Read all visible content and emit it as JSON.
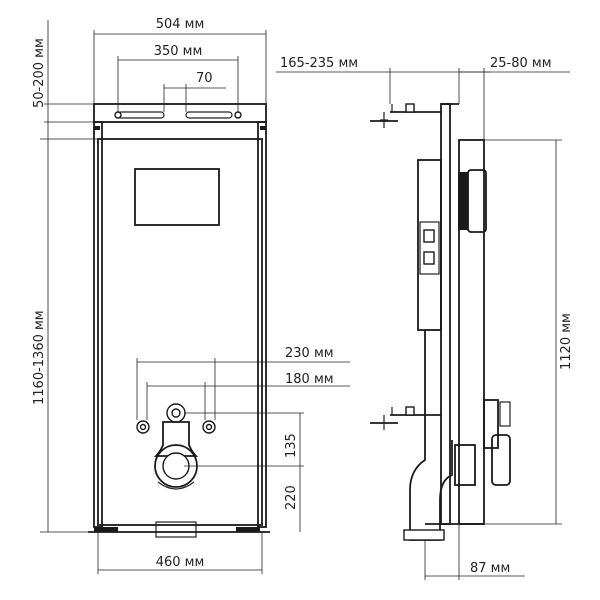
{
  "front_view": {
    "width_label": "504 мм",
    "inner_width_label": "350 мм",
    "small_width_label": "70",
    "top_adjust_label": "50-200 мм",
    "height_label": "1160-1360 мм",
    "pipe_spacing_230": "230 мм",
    "pipe_spacing_180": "180 мм",
    "vertical_135": "135",
    "vertical_220": "220",
    "bottom_width_label": "460 мм"
  },
  "side_view": {
    "depth_label": "165-235 мм",
    "panel_offset_label": "25-80 мм",
    "frame_height_label": "1120 мм",
    "base_depth_label": "87 мм"
  }
}
